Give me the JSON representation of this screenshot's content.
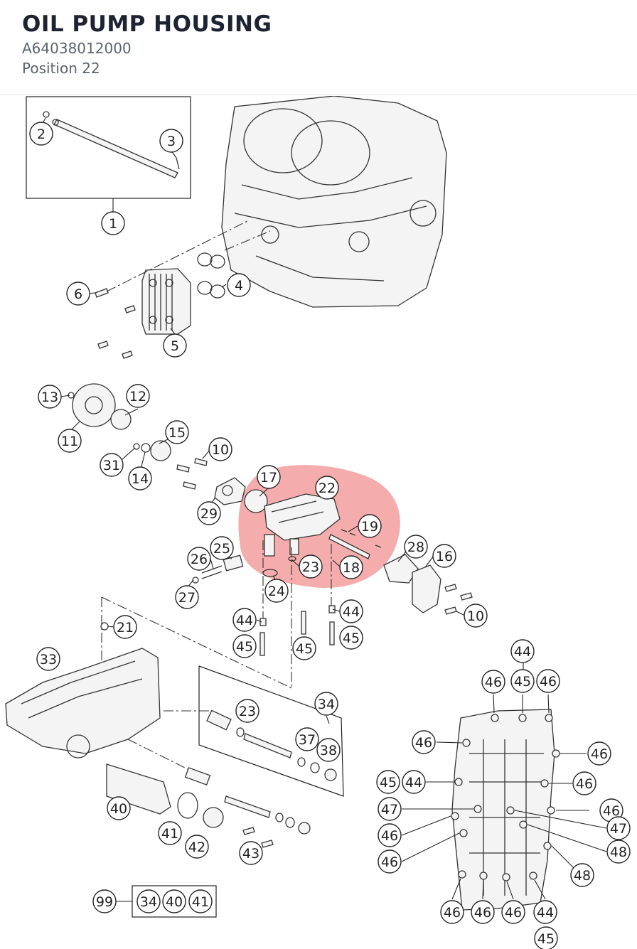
{
  "header": {
    "title": "OIL PUMP HOUSING",
    "part_number": "A64038012000",
    "position": "Position 22"
  },
  "highlight": {
    "callout": "22",
    "color": "#f08080"
  },
  "callouts": [
    "2",
    "3",
    "1",
    "4",
    "6",
    "5",
    "13",
    "12",
    "11",
    "15",
    "10",
    "31",
    "14",
    "17",
    "22",
    "29",
    "19",
    "26",
    "25",
    "28",
    "16",
    "23",
    "18",
    "27",
    "24",
    "10",
    "44",
    "44",
    "21",
    "45",
    "45",
    "45",
    "33",
    "23",
    "34",
    "37",
    "38",
    "40",
    "41",
    "42",
    "43",
    "99",
    "34",
    "40",
    "41",
    "44",
    "46",
    "45",
    "46",
    "46",
    "46",
    "45",
    "44",
    "46",
    "47",
    "46",
    "46",
    "47",
    "46",
    "48",
    "48",
    "46",
    "46",
    "46",
    "44",
    "45"
  ]
}
